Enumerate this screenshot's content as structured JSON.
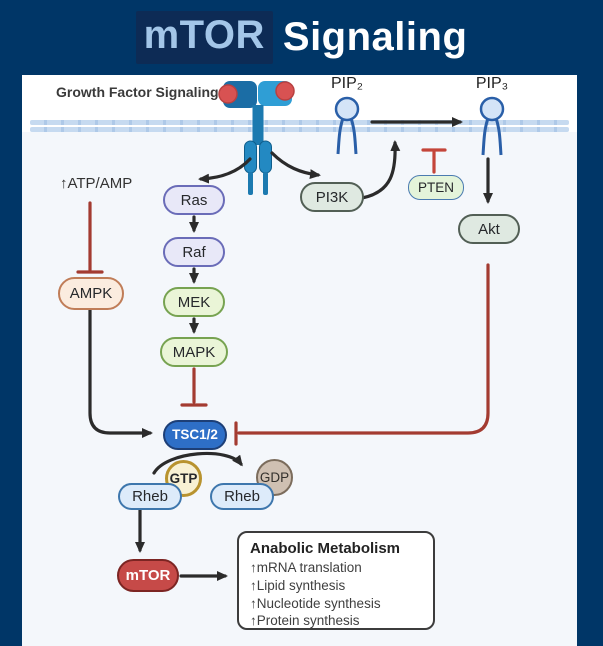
{
  "title": {
    "highlight": "mTOR",
    "rest": "Signaling"
  },
  "panel": {
    "membrane_section_label": "Growth Factor Signaling",
    "pip2_label": "PIP₂",
    "pip3_label": "PIP₃",
    "atp_amp_label": "↑ATP/AMP",
    "nodes": {
      "ras": "Ras",
      "raf": "Raf",
      "mek": "MEK",
      "mapk": "MAPK",
      "pi3k": "PI3K",
      "pten": "PTEN",
      "akt": "Akt",
      "ampk": "AMPK",
      "tsc12": "TSC1/2",
      "rheb_left": "Rheb",
      "rheb_right": "Rheb",
      "gtp": "GTP",
      "gdp": "GDP",
      "mtor": "mTOR"
    },
    "anabolic_box": {
      "title": "Anabolic Metabolism",
      "items": [
        "↑mRNA translation",
        "↑Lipid synthesis",
        "↑Nucleotide synthesis",
        "↑Protein synthesis"
      ]
    },
    "legend_colors": {
      "activation_arrow": "#2b2b2b",
      "inhibition_line": "#a33b31",
      "membrane": "#bcd4ee",
      "background_navy": "#003667",
      "title_highlight_bg": "#0d2b55",
      "title_highlight_text": "#a3c6e8"
    }
  }
}
